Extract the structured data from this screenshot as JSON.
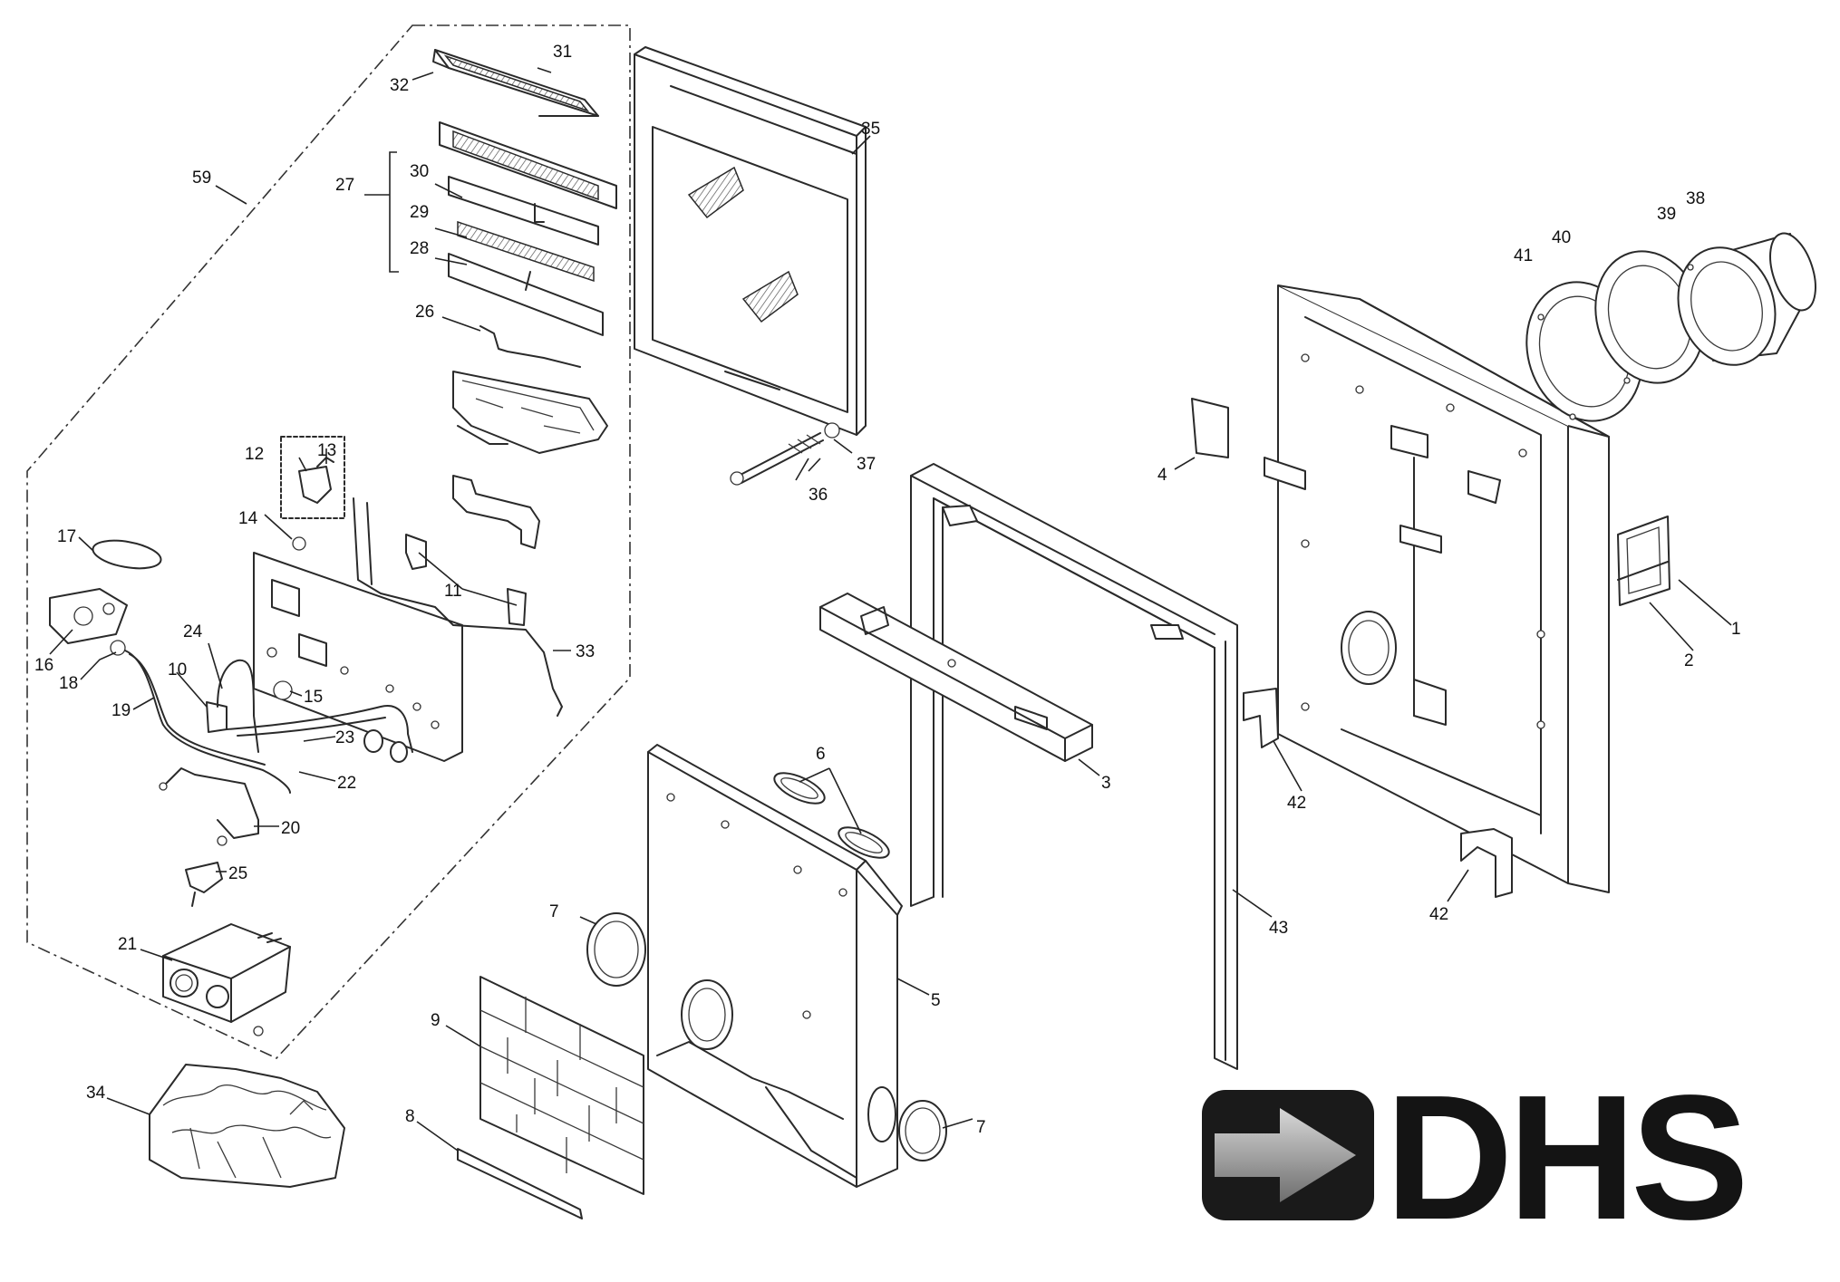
{
  "callouts": {
    "c1": "1",
    "c2": "2",
    "c3": "3",
    "c4": "4",
    "c5": "5",
    "c6": "6",
    "c7a": "7",
    "c7b": "7",
    "c8": "8",
    "c9": "9",
    "c10": "10",
    "c11": "11",
    "c12": "12",
    "c13": "13",
    "c14": "14",
    "c15": "15",
    "c16": "16",
    "c17": "17",
    "c18": "18",
    "c19": "19",
    "c20": "20",
    "c21": "21",
    "c22": "22",
    "c23": "23",
    "c24": "24",
    "c25": "25",
    "c26": "26",
    "c27": "27",
    "c28": "28",
    "c29": "29",
    "c30": "30",
    "c31": "31",
    "c32": "32",
    "c33": "33",
    "c34": "34",
    "c35": "35",
    "c36": "36",
    "c37": "37",
    "c38": "38",
    "c39": "39",
    "c40": "40",
    "c41": "41",
    "c42a": "42",
    "c42b": "42",
    "c43": "43",
    "c59": "59"
  },
  "logo": {
    "text": "DHS",
    "arrow_dark": "#1a1a1a",
    "arrow_light": "#bdbdbd"
  },
  "colors": {
    "line": "#2a2a2a",
    "background": "#ffffff"
  }
}
